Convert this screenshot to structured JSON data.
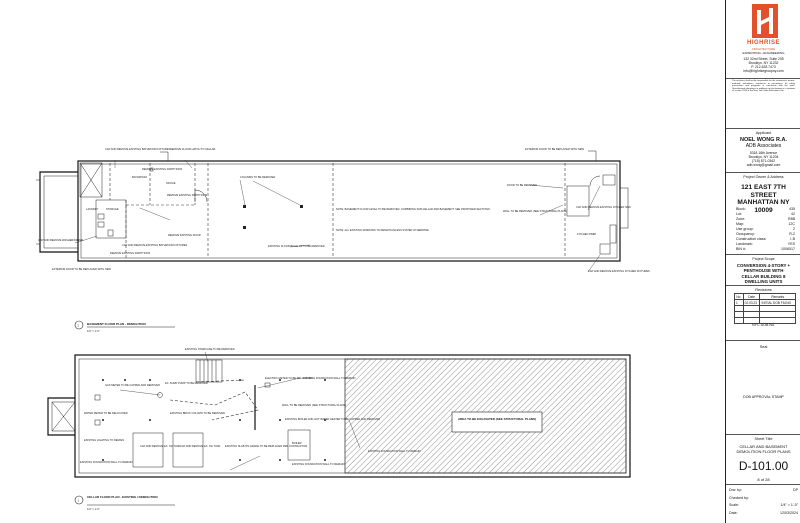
{
  "basement_plan": {
    "title": "BASEMENT FLOOR PLAN - DEMOLITION",
    "scale": "1/4\" = 1'-0\"",
    "number": "2",
    "notes": [
      "CAP AND REMOVE EXISTING BATHROOM FIXTURES",
      "REMOVE FLOOR HATCH TO CELLAR",
      "COLUMNS TO BE REMOVED",
      "EXTERIOR DOOR TO BE REPLACED WITH NEW",
      "OFFICE",
      "REMOVE EXISTING PARTITIONS",
      "BATHROOM",
      "REMOVE EXISTING PARTITIONS",
      "DOOR TO BE REMOVED",
      "STORAGE",
      "LAUNDRY",
      "REMOVE EXISTING DOOR",
      "NOTE: BASEMENT FLOOR LEVEL TO BE REMOVED. COMBINING SUB-CELLAR AND BASEMENT. SEE PROPOSED SECTIONS.",
      "NOTE: ALL EXISTING WINDOWS TO REMAIN UNLESS STATED OTHERWISE",
      "WALL TO BE REMOVED (SEE STRUCTURAL PLANS)",
      "CAP AND REMOVE EXISTING KITCHEN SINK",
      "KITCHEN PREP",
      "CAP AND REMOVE WASHER/DRYER",
      "CAP AND REMOVE EXISTING BATHROOM FIXTURES",
      "REMOVE EXISTING PARTITIONS",
      "EXTERIOR DOOR TO BE REPLACED WITH NEW",
      "EXISTING FLOOR BUILD UP TO BE REMOVED",
      "CAP AND REMOVE EXISTING KITCHEN FIXTURES"
    ]
  },
  "cellar_plan": {
    "title": "CELLAR FLOOR PLAN - EXISTING / DEMOLITION",
    "scale": "1/4\" = 1'-0\"",
    "number": "1",
    "notes": [
      "EXISTING STAIRCASE TO BE REMOVED",
      "GAS METER TO BE CAPPED AND REMOVED",
      "EX. SUMP PUMP TO BE REMOVED",
      "ELECTRIC METER TO BE RELOCATED",
      "EXISTING FOUNDATION WALL TO REMAIN",
      "EXISTING BRICK COLUMN TO BE REMOVED",
      "WALL TO BE REMOVED (SEE STRUCTURAL PLANS)",
      "WATER METER TO BE RELOCATED",
      "EXISTING BOILER AND HOT WATER HEATER TO BE CAPPED AND REMOVED",
      "EXISTING LIGHTING TO REMAIN",
      "CAP AND REMOVE EX. OIL TANK",
      "CAP AND REMOVE EX. OIL TANK",
      "EXISTING SLAB ON GRADE TO BE REPLACED PER CONTRACTOR",
      "BOILER",
      "EXISTING FOUNDATION WALL TO REMAIN",
      "EXISTING FOUNDATION WALL TO REMAIN",
      "EXISTING FOUNDATION WALL TO REMAIN"
    ],
    "excavation_label": "AREA TO BE EXCAVATED (SEE STRUCTURAL PLANS)"
  },
  "title_block": {
    "firm": "HIGHRISE",
    "firm_sub1": "ARCHITECTURE",
    "firm_sub2": "EXPEDITING • ENGINEERING",
    "firm_address1": "132 32nd Street, Suite 205",
    "firm_address2": "Brooklyn, NY 11232",
    "firm_phone": "P. 212.633.7473",
    "firm_email": "info@highrisegroupny.com",
    "disclaimer": "The architect shall not be responsible for the contractor's means, methods, techniques, sequences or procedures, for safety precautions and programs in connection with the work. Unauthorized alterations or additions to this drawing is a violation of section 7209 of the New York State Education Law.",
    "applicant_label": "Applicant",
    "applicant_name": "NOEL WONG R.A.",
    "applicant_company": "ADB Associates",
    "applicant_addr1": "5318 16th Avenue",
    "applicant_addr2": "Brooklyn, NY 11204",
    "applicant_phone": "(718) 871-0362",
    "applicant_email": "adb.wong@gmail.com",
    "owner_label": "Project Owner & Address",
    "project_address": "121 EAST 7TH STREET MANHATTAN NY 10009",
    "project_info": [
      {
        "k": "Block:",
        "v": "435"
      },
      {
        "k": "Lot:",
        "v": "42"
      },
      {
        "k": "Zone:",
        "v": "R8B"
      },
      {
        "k": "Map:",
        "v": "12C"
      },
      {
        "k": "Use group:",
        "v": "2"
      },
      {
        "k": "Occupancy:",
        "v": "R-2"
      },
      {
        "k": "Construction class:",
        "v": "I-B"
      },
      {
        "k": "Landmark:",
        "v": "YES"
      },
      {
        "k": "BIN #:",
        "v": "1006517"
      }
    ],
    "scope_label": "Project Scope",
    "scope": "CONVERSION 4-STORY + PENTHOUSE WITH CELLAR BUILDING 8 DWELLING UNITS",
    "revisions_label": "Revisions",
    "rev_headers": [
      "No.",
      "Date",
      "Remarks"
    ],
    "rev_rows": [
      [
        "1",
        "02.03.23",
        "INITIAL DOB FILING"
      ]
    ],
    "dob_label": "NYC DOB No.",
    "seal_label": "Seal",
    "stamp_label": "DOB APPROVAL STAMP",
    "sheet_title_label": "Sheet Title",
    "sheet_title": "CELLAR AND BASEMENT DEMOLITION FLOOR PLANS",
    "sheet_number": "D-101.00",
    "sheet_of": "8 of 28",
    "drawn_by_label": "Drw. by:",
    "drawn_by": "DP",
    "checked_by_label": "Checked by:",
    "checked_by": "",
    "scale_label": "Scale:",
    "scale": "1/4\" = 1'-0\"",
    "date_label": "Date:",
    "date": "12/03/2024"
  }
}
